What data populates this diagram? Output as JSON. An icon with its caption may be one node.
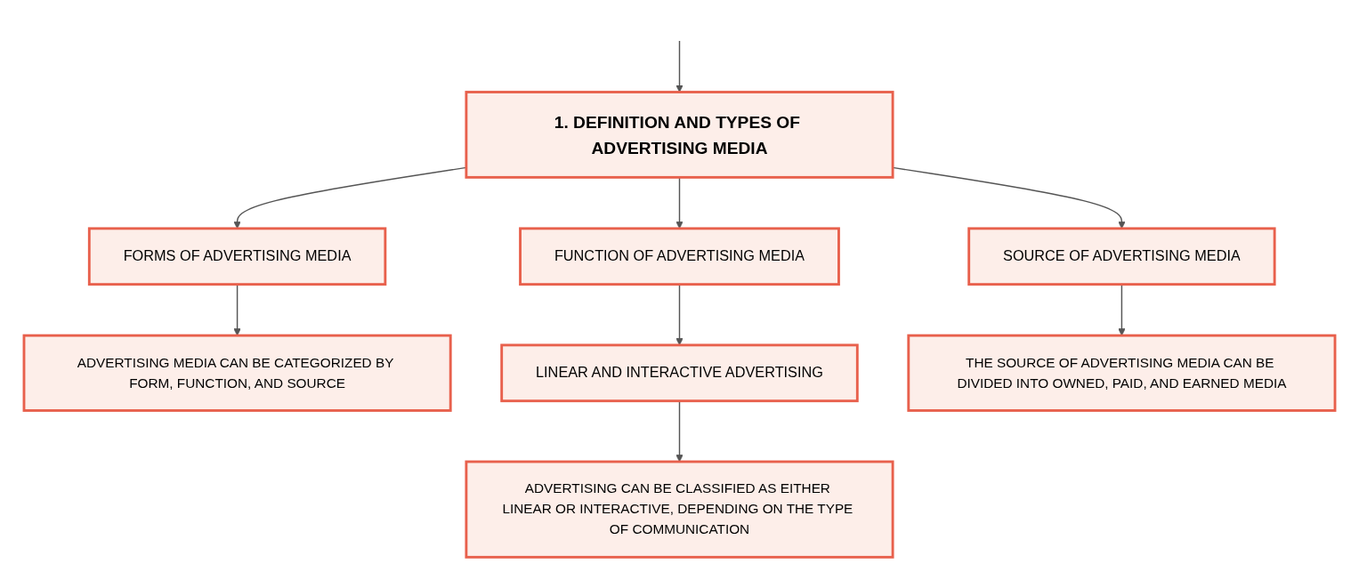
{
  "diagram": {
    "nodes": [
      {
        "text": [
          "1. DEFINITION AND TYPES OF ADVERTISING MEDIA"
        ]
      },
      {
        "text": [
          "FORMS OF ADVERTISING MEDIA"
        ]
      },
      {
        "text": [
          "FUNCTION OF ADVERTISING MEDIA"
        ]
      },
      {
        "text": [
          "SOURCE OF ADVERTISING MEDIA"
        ]
      },
      {
        "text": [
          "ADVERTISING MEDIA CAN BE CATEGORIZED BY FORM, FUNCTION, AND SOURCE"
        ]
      },
      {
        "text": [
          "LINEAR AND INTERACTIVE ADVERTISING"
        ]
      },
      {
        "text": [
          "ADVERTISING CAN BE CLASSIFIED AS EITHER LINEAR OR INTERACTIVE, DEPENDING ON THE TYPE OF COMMUNICATION"
        ]
      },
      {
        "text": [
          "THE SOURCE OF ADVERTISING MEDIA CAN BE DIVIDED INTO OWNED, PAID, AND EARNED MEDIA"
        ]
      }
    ],
    "edges": [
      {
        "from": null,
        "to": 0,
        "arrow": "to"
      },
      {
        "from": 0,
        "to": 1,
        "arrow": "to"
      },
      {
        "from": 0,
        "to": 2,
        "arrow": "to"
      },
      {
        "from": 0,
        "to": 3,
        "arrow": "to"
      },
      {
        "from": 1,
        "to": 4,
        "arrow": "to"
      },
      {
        "from": 2,
        "to": 5,
        "arrow": "to"
      },
      {
        "from": 5,
        "to": 6,
        "arrow": "to"
      },
      {
        "from": 3,
        "to": 7,
        "arrow": "to"
      }
    ]
  }
}
